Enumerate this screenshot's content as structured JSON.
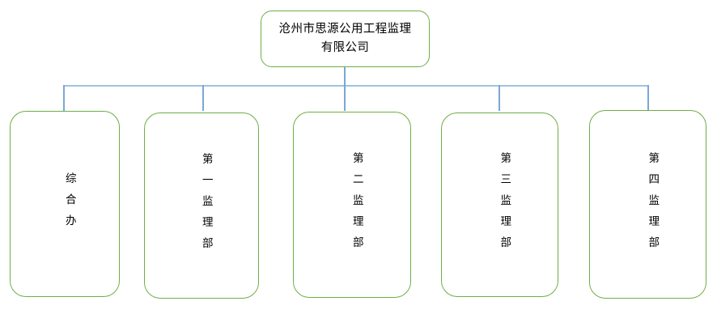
{
  "diagram": {
    "type": "organization-chart",
    "background_color": "#FFFFFF",
    "node_border_color": "#70AD47",
    "node_fill_color": "#FFFFFF",
    "connector_horizontal_color": "#9DC3E6",
    "connector_vertical_color": "#7BA7D7",
    "text_color": "#000000",
    "root": {
      "label": "沧州市思源公用工程监理\n有限公司",
      "label_line_1": "沧州市思源公用工程监理",
      "label_line_2": "有限公司"
    },
    "children": [
      {
        "label": "综合办",
        "characters": [
          "综",
          "合",
          "办"
        ]
      },
      {
        "label": "第一监理部",
        "characters": [
          "第",
          "一",
          "监",
          "理",
          "部"
        ]
      },
      {
        "label": "第二监理部",
        "characters": [
          "第",
          "二",
          "监",
          "理",
          "部"
        ]
      },
      {
        "label": "第三监理部",
        "characters": [
          "第",
          "三",
          "监",
          "理",
          "部"
        ]
      },
      {
        "label": "第四监理部",
        "characters": [
          "第",
          "四",
          "监",
          "理",
          "部"
        ]
      }
    ]
  }
}
